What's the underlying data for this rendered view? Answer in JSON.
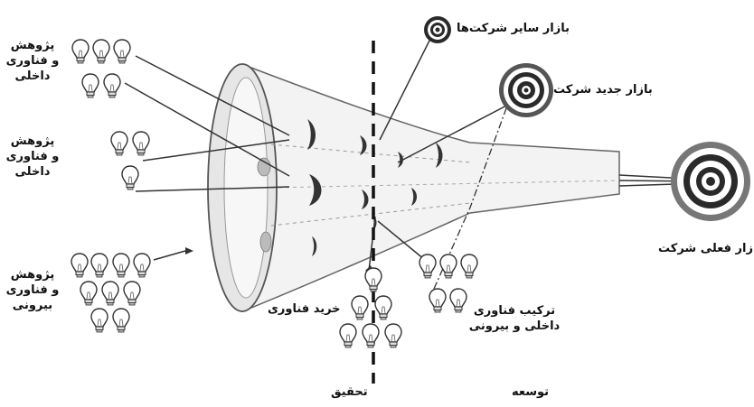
{
  "colors": {
    "ink": "#111111",
    "funnel_edge": "#555555",
    "funnel_fill": "#f3f3f3",
    "target_dark": "#2a2a2a",
    "target_light": "#ffffff",
    "bulb_outline": "#333333"
  },
  "labels": {
    "internal_rd_1": [
      "پژوهش",
      "و فناوری",
      "داخلی"
    ],
    "internal_rd_2": [
      "پژوهش",
      "و فناوری",
      "داخلی"
    ],
    "external_rd": [
      "پژوهش",
      "و فناوری",
      "بیرونی"
    ],
    "buy_technology": "خرید فناوری",
    "combine_technology": [
      "ترکیب فناوری",
      "داخلی و بیرونی"
    ],
    "market_other_companies": "بازار سایر شرکت‌ها",
    "market_new": "بازار جدید شرکت",
    "market_current": "بازار فعلی شرکت",
    "research": "تحقیق",
    "development": "توسعه"
  },
  "icons": {
    "idea": "lightbulb-icon",
    "market": "target-icon"
  }
}
